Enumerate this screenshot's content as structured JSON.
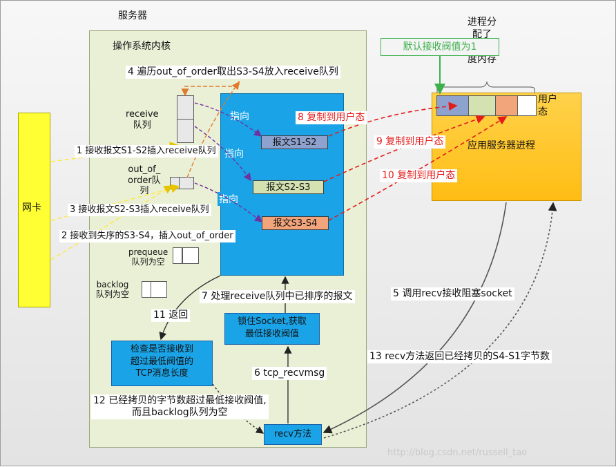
{
  "server_label": "服务器",
  "kernel_label": "操作系统内核",
  "nic_label": "网卡",
  "receive_queue_label": "receive\n队列",
  "ooo_queue_label": "out_of_\norder队\n列",
  "prequeue_label": "prequeue\n队列为空",
  "backlog_label": "backlog\n队列为空",
  "point_label": "指向",
  "packets": {
    "s1s2": "报文S1-S2",
    "s2s3": "报文S2-S3",
    "s3s4": "报文S3-S4"
  },
  "app": {
    "title": "应用服务器进程",
    "user_mode": "用户\n态",
    "alloc_note": "进程分\n配了\nlen长\n度内存",
    "default_threshold": "默认接收阀值为1"
  },
  "steps": {
    "s1": "1 接收报文S1-S2插入receive队列",
    "s2": "2 接收到失序的S3-S4，插入out_of_order",
    "s3": "3 接收报文S2-S3插入receive队列",
    "s4": "4 遍历out_of_order取出S3-S4放入receive队列",
    "s5": "5 调用recv接收阻塞socket",
    "s6": "6 tcp_recvmsg",
    "s7": "7 处理receive队列中已排序的报文",
    "s8": "8 复制到用户态",
    "s9": "9 复制到用户态",
    "s10": "10 复制到用户态",
    "s11": "11 返回",
    "s12": "12 已经拷贝的字节数超过最低接收阀值,\n而且backlog队列为空",
    "s13": "13 recv方法返回已经拷贝的S4-S1字节数"
  },
  "boxes": {
    "lock": "锁住Socket,获取\n最低接收阀值",
    "check": "检查是否接收到\n超过最低阀值的\nTCP消息长度",
    "recv": "recv方法"
  },
  "watermark": "http://blog.csdn.net/russell_tao",
  "colors": {
    "kernel": "#eaf0d6",
    "blue": "#1aa3e6",
    "nic": "#ffff33",
    "app": "#ffc21f",
    "arrow_red": "#e31b1b",
    "arrow_yellow": "#ffe84a",
    "arrow_purple": "#7030a0",
    "arrow_orange": "#e07a2e",
    "threshold_green": "#3cb04c"
  }
}
